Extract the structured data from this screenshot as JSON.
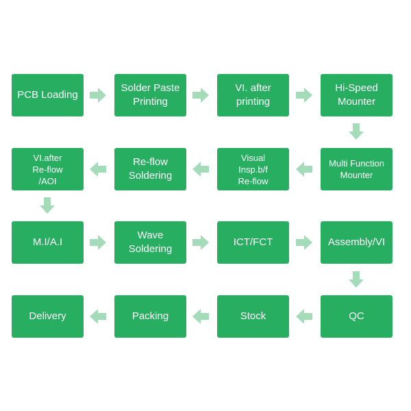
{
  "colors": {
    "box": "#27ae60",
    "arrow": "#a4dbb9",
    "text": "#ffffff",
    "background": "#ffffff"
  },
  "steps": [
    {
      "id": 1,
      "label": "PCB Loading"
    },
    {
      "id": 2,
      "label": "Solder Paste\nPrinting"
    },
    {
      "id": 3,
      "label": "VI. after\nprinting"
    },
    {
      "id": 4,
      "label": "Hi-Speed\nMounter"
    },
    {
      "id": 5,
      "label": "Multi Function\nMounter"
    },
    {
      "id": 6,
      "label": "Visual\nInsp.b/f\nRe-flow"
    },
    {
      "id": 7,
      "label": "Re-flow\nSoldering"
    },
    {
      "id": 8,
      "label": "VI.after\nRe-flow\n/AOI"
    },
    {
      "id": 9,
      "label": "M.I/A.I"
    },
    {
      "id": 10,
      "label": "Wave\nSoldering"
    },
    {
      "id": 11,
      "label": "ICT/FCT"
    },
    {
      "id": 12,
      "label": "Assembly/VI"
    },
    {
      "id": 13,
      "label": "QC"
    },
    {
      "id": 14,
      "label": "Stock"
    },
    {
      "id": 15,
      "label": "Packing"
    },
    {
      "id": 16,
      "label": "Delivery"
    }
  ],
  "arrows": [
    {
      "from": 1,
      "to": 2,
      "direction": "right"
    },
    {
      "from": 2,
      "to": 3,
      "direction": "right"
    },
    {
      "from": 3,
      "to": 4,
      "direction": "right"
    },
    {
      "from": 4,
      "to": 5,
      "direction": "down"
    },
    {
      "from": 5,
      "to": 6,
      "direction": "left"
    },
    {
      "from": 6,
      "to": 7,
      "direction": "left"
    },
    {
      "from": 7,
      "to": 8,
      "direction": "left"
    },
    {
      "from": 8,
      "to": 9,
      "direction": "down"
    },
    {
      "from": 9,
      "to": 10,
      "direction": "right"
    },
    {
      "from": 10,
      "to": 11,
      "direction": "right"
    },
    {
      "from": 11,
      "to": 12,
      "direction": "right"
    },
    {
      "from": 12,
      "to": 13,
      "direction": "down"
    },
    {
      "from": 13,
      "to": 14,
      "direction": "left"
    },
    {
      "from": 14,
      "to": 15,
      "direction": "left"
    },
    {
      "from": 15,
      "to": 16,
      "direction": "left"
    }
  ]
}
